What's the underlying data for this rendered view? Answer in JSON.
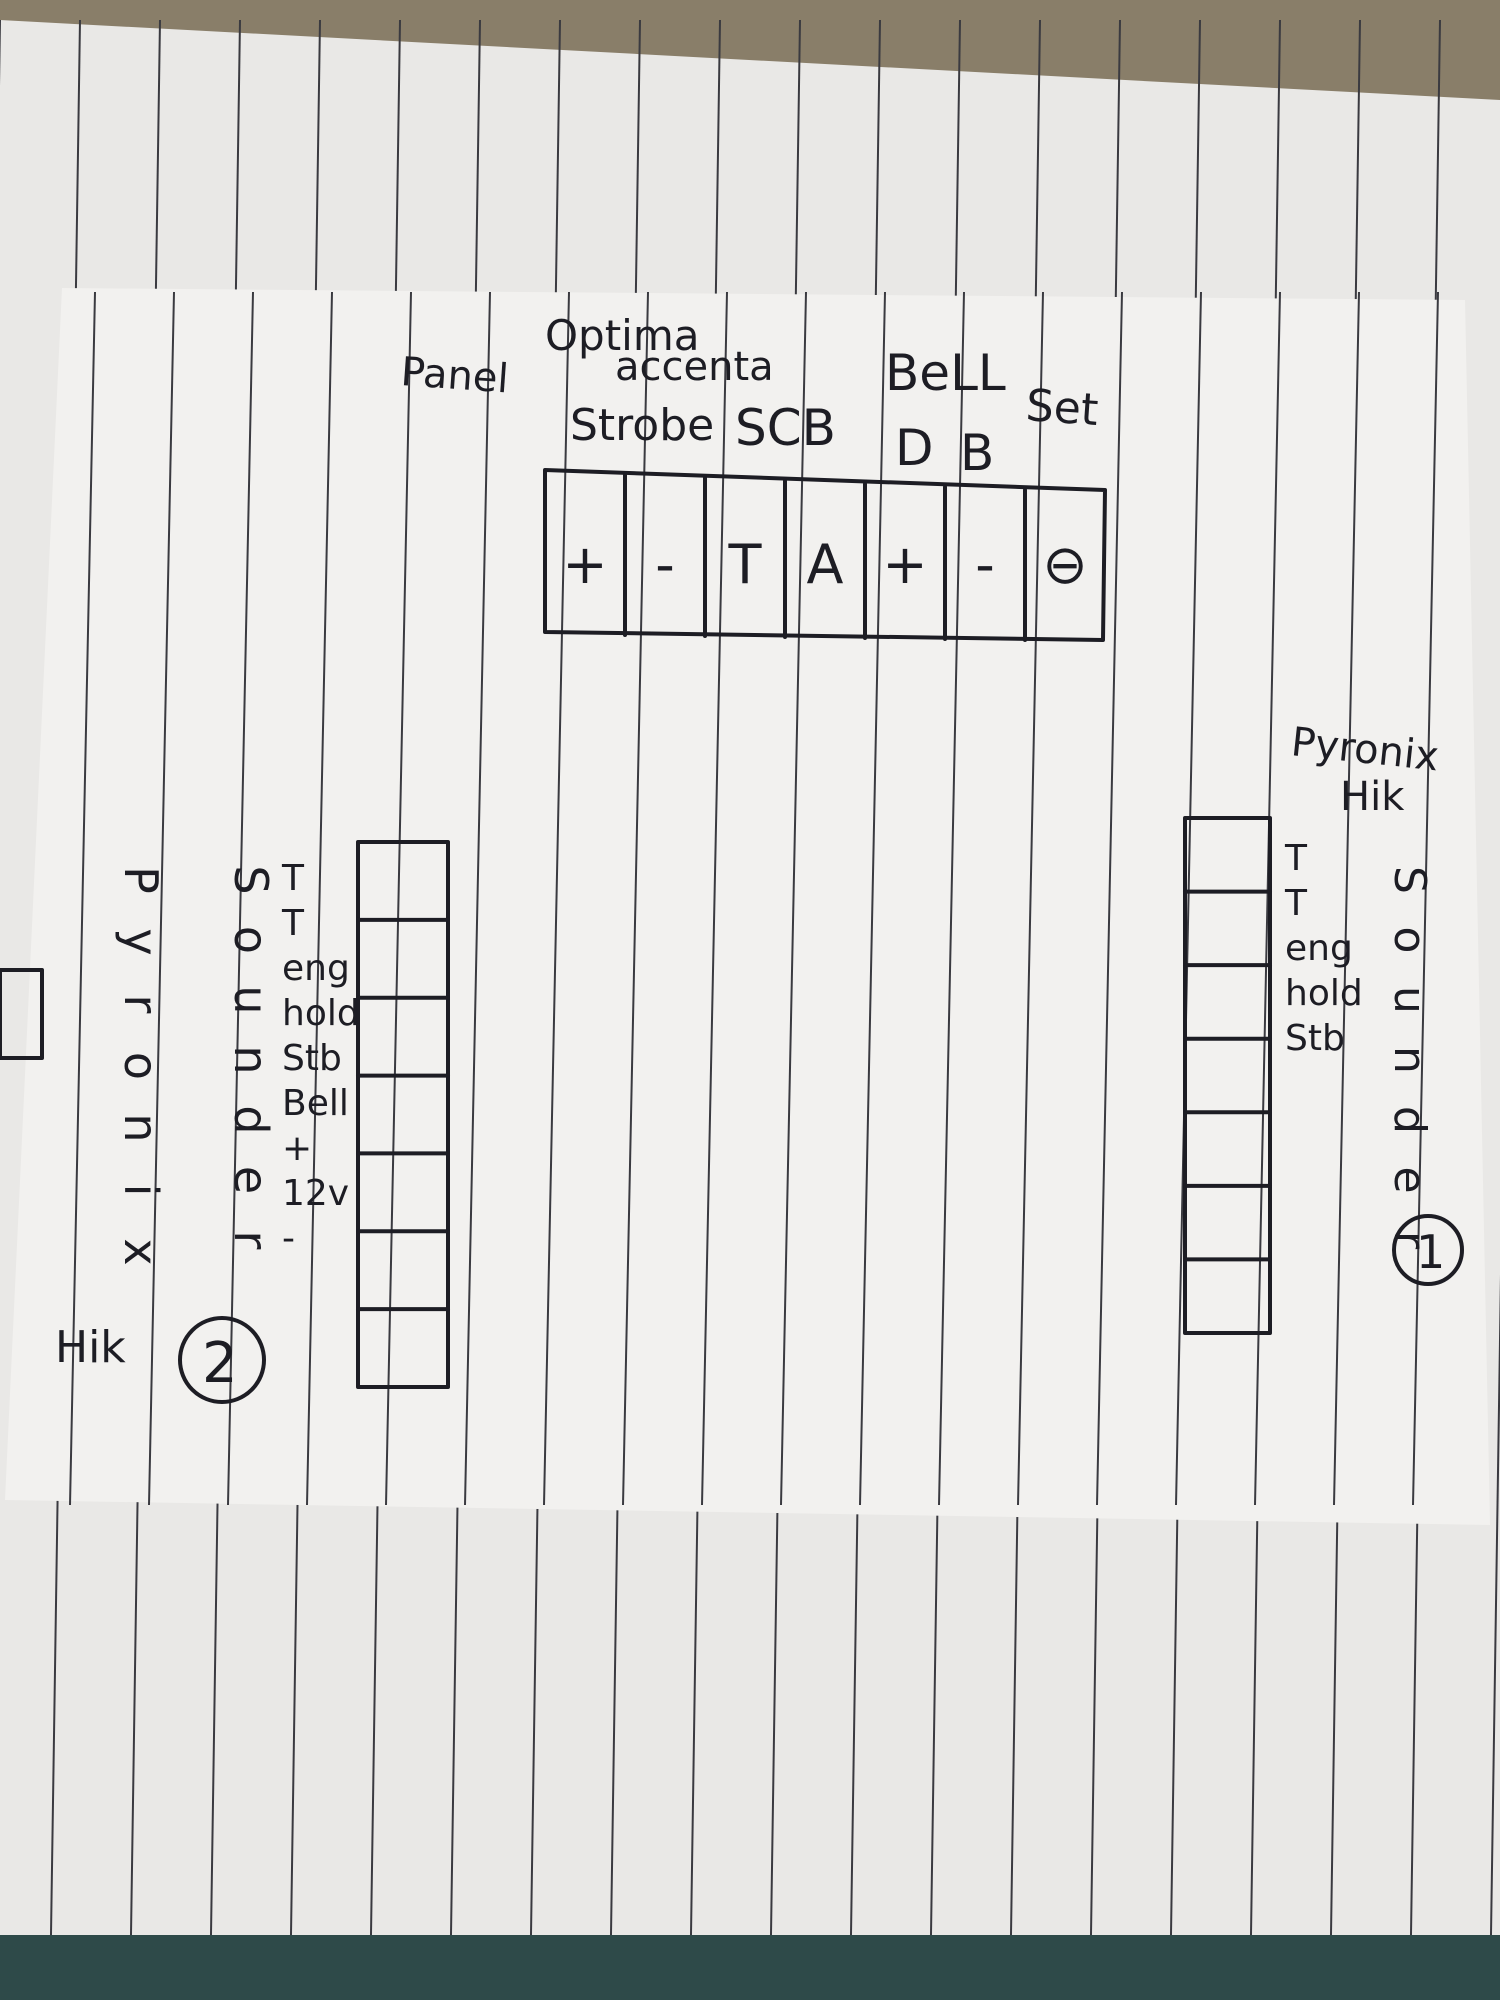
{
  "photo": {
    "background_color": "#6f6552",
    "paper_color": "#f2f1ef",
    "ruling_color": "#3a3a40",
    "ink_color": "#1d1d24"
  },
  "heading": {
    "panel": "Panel",
    "brand_line1": "Optima",
    "brand_line2": "accenta",
    "bell_label": "BeLL",
    "set_label": "Set"
  },
  "column_headers": {
    "strobe": "Strobe",
    "scb": "SCB",
    "bell_d": "D",
    "bell_b": "B"
  },
  "terminal_block": {
    "cells": [
      "+",
      "-",
      "T",
      "A",
      "+",
      "-",
      "⊖"
    ]
  },
  "sounder_right": {
    "title_line1": "Pyronix",
    "title_line2": "Hik",
    "vertical_label": [
      "S",
      "o",
      "u",
      "n",
      "d",
      "e",
      "r"
    ],
    "number": "1",
    "terminals": [
      "T",
      "T",
      "eng",
      "hold",
      "Stb"
    ],
    "slot_count": 7
  },
  "sounder_left": {
    "vertical_brand": [
      "P",
      "y",
      "r",
      "o",
      "n",
      "i",
      "x"
    ],
    "hik": "Hik",
    "vertical_label": [
      "S",
      "o",
      "u",
      "n",
      "d",
      "e",
      "r"
    ],
    "number": "2",
    "terminals": [
      "T",
      "T",
      "eng",
      "hold",
      "Stb",
      "Bell",
      "+",
      "12v",
      "-"
    ],
    "slot_count": 7
  }
}
